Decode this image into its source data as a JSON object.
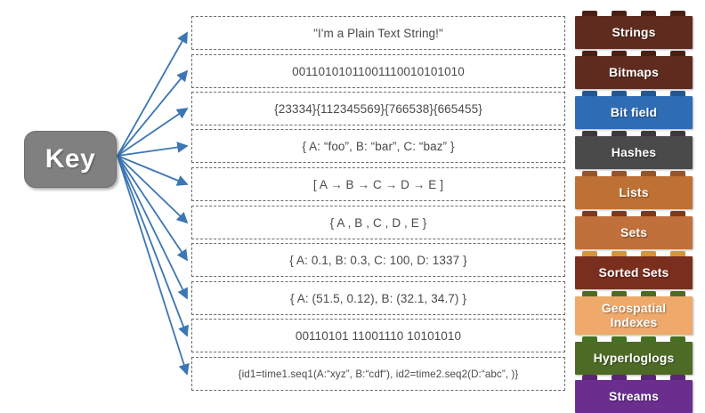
{
  "diagram": {
    "key_node": {
      "label": "Key",
      "fill": "#808080",
      "text_color": "#ffffff"
    },
    "arrow_color": "#3C76B4",
    "box_border_color": "#6b6b6b",
    "rows": [
      {
        "value": "\"I'm a Plain Text String!\"",
        "type_label": "Strings",
        "brick_color": "#5E2B1E",
        "stud_color": "#4A2015"
      },
      {
        "value": "00110101011001110010101010",
        "type_label": "Bitmaps",
        "brick_color": "#5E2B1E",
        "stud_color": "#4A2015"
      },
      {
        "value": "{23334}{112345569}{766538}{665455}",
        "type_label": "Bit field",
        "brick_color": "#2E6DB4",
        "stud_color": "#24578F"
      },
      {
        "value": "{ A: “foo”, B: “bar”, C: “baz”  }",
        "type_label": "Hashes",
        "brick_color": "#4A4A4A",
        "stud_color": "#3A3A3A"
      },
      {
        "value": "[ A → B → C → D → E ]",
        "type_label": "Lists",
        "brick_color": "#BE7134",
        "stud_color": "#96542A"
      },
      {
        "value": "{  A , B , C , D , E  }",
        "type_label": "Sets",
        "brick_color": "#C0703A",
        "stud_color": "#7A3A20"
      },
      {
        "value": "{ A: 0.1, B: 0.3, C: 100, D: 1337 }",
        "type_label": "Sorted Sets",
        "brick_color": "#7A2E1E",
        "stud_color": "#D2963F"
      },
      {
        "value": "{ A: (51.5, 0.12), B: (32.1, 34.7)  }",
        "type_label": "Geospatial\nIndexes",
        "brick_color": "#EFA96A",
        "stud_color": "#4E6B26"
      },
      {
        "value": "00110101 11001110 10101010",
        "type_label": "Hyperloglogs",
        "brick_color": "#4E6B26",
        "stud_color": "#44701F"
      },
      {
        "value": "{id1=time1.seq1(A:“xyz”, B:“cdf“), id2=time2.seq2(D:“abc”, )}",
        "type_label": "Streams",
        "brick_color": "#6B2E8F",
        "stud_color": "#5A2678"
      }
    ]
  }
}
